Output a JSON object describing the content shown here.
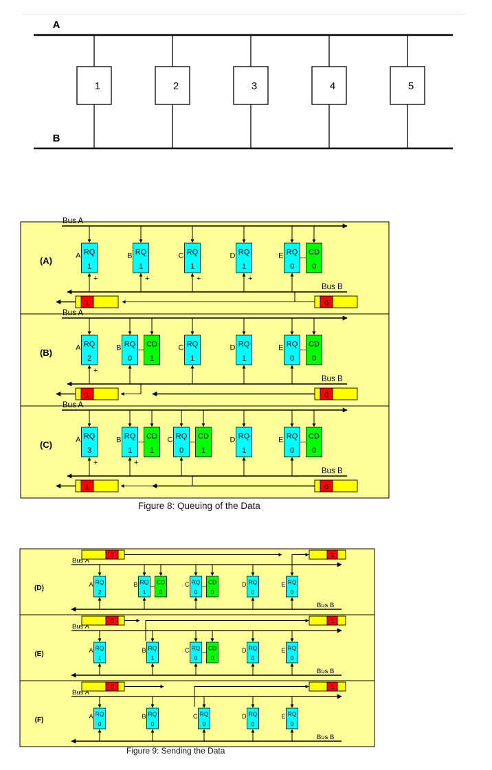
{
  "bus_diagram": {
    "bus_a_label": "A",
    "bus_b_label": "B",
    "nodes": [
      "1",
      "2",
      "3",
      "4",
      "5"
    ]
  },
  "figure8": {
    "caption": "Figure 8: Queuing of the Data",
    "bus_a_label": "Bus A",
    "bus_b_label": "Bus B",
    "rows": [
      {
        "label": "(A)",
        "cells": [
          {
            "node": "A",
            "rq": "1",
            "plus": true
          },
          {
            "node": "B",
            "rq": "1",
            "plus": true
          },
          {
            "node": "C",
            "rq": "1",
            "plus": true
          },
          {
            "node": "D",
            "rq": "1",
            "plus": true
          },
          {
            "node": "E",
            "rq": "0",
            "cd": "0"
          }
        ],
        "left_token": "1",
        "right_token": "0"
      },
      {
        "label": "(B)",
        "cells": [
          {
            "node": "A",
            "rq": "2",
            "plus": true
          },
          {
            "node": "B",
            "rq": "0",
            "cd": "1"
          },
          {
            "node": "C",
            "rq": "1"
          },
          {
            "node": "D",
            "rq": "1"
          },
          {
            "node": "E",
            "rq": "0",
            "cd": "0"
          }
        ],
        "left_token": "1",
        "right_token": "0"
      },
      {
        "label": "(C)",
        "cells": [
          {
            "node": "A",
            "rq": "3",
            "plus": true
          },
          {
            "node": "B",
            "rq": "1",
            "cd": "1",
            "plus": true
          },
          {
            "node": "C",
            "rq": "0",
            "cd": "1"
          },
          {
            "node": "D",
            "rq": "1"
          },
          {
            "node": "E",
            "rq": "0",
            "cd": "0"
          }
        ],
        "left_token": "1",
        "right_token": "0"
      }
    ]
  },
  "figure9": {
    "caption": "Figure 9: Sending the Data",
    "bus_a_label": "Bus A",
    "bus_b_label": "Bus B",
    "rows": [
      {
        "label": "(D)",
        "cells": [
          {
            "node": "A",
            "rq": "2"
          },
          {
            "node": "B",
            "rq": "1",
            "cd": "0"
          },
          {
            "node": "C",
            "rq": "0",
            "cd": "0"
          },
          {
            "node": "D",
            "rq": "0"
          },
          {
            "node": "E",
            "rq": "0"
          }
        ],
        "left_token": "0",
        "right_token": "1"
      },
      {
        "label": "(E)",
        "cells": [
          {
            "node": "A",
            "rq": "1"
          },
          {
            "node": "B",
            "rq": "1"
          },
          {
            "node": "C",
            "rq": "0",
            "cd": "0"
          },
          {
            "node": "D",
            "rq": "0"
          },
          {
            "node": "E",
            "rq": "0"
          }
        ],
        "left_token": "0",
        "right_token": "1"
      },
      {
        "label": "(F)",
        "cells": [
          {
            "node": "A",
            "rq": "0"
          },
          {
            "node": "B",
            "rq": "0"
          },
          {
            "node": "C",
            "rq": "0"
          },
          {
            "node": "D",
            "rq": "0"
          },
          {
            "node": "E",
            "rq": "0"
          }
        ],
        "left_token": "0",
        "right_token": "1"
      }
    ]
  },
  "colors": {
    "panel": "#ffff99",
    "rq": "#00ffff",
    "cd": "#00ff00",
    "token_red": "#ff0000",
    "token_yellow": "#ffff00",
    "line": "#000000"
  }
}
